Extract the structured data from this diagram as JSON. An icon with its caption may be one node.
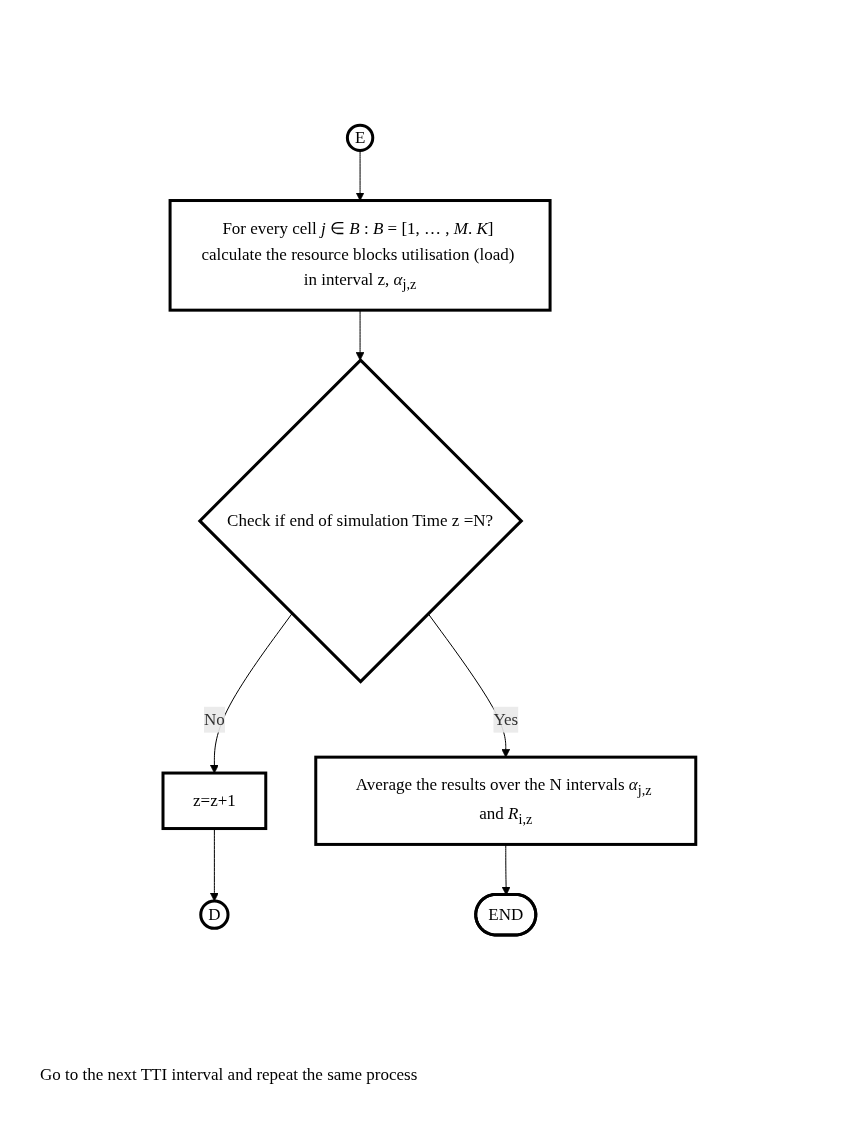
{
  "diagram": {
    "nodes": [
      {
        "text": [
          "E"
        ]
      },
      {
        "text": [
          "For every cell *j* ∈ *B* : *B* = [1, … , *M*. *K*] calculate the resource blocks utilisation (load) in interval z, *α*$_{j,z}$"
        ]
      },
      {
        "text": [
          "D"
        ]
      },
      {
        "text": [
          "Check if end of simulation Time z =N?"
        ]
      },
      {
        "text": [
          "z=z+1"
        ]
      },
      {
        "text": [
          "Average the results over the N intervals *α*$_{j,z}$ and *R*$_{i,z}$"
        ]
      },
      {
        "text": [
          "END"
        ]
      }
    ],
    "edges": [
      {
        "from": 0,
        "to": 1,
        "arrow": "to"
      },
      {
        "from": 1,
        "to": 3,
        "arrow": "to"
      },
      {
        "from": 3,
        "to": 4,
        "arrow": "to",
        "label": "No"
      },
      {
        "from": 4,
        "to": 2,
        "arrow": "to"
      },
      {
        "from": 3,
        "to": 5,
        "arrow": "to",
        "label": "Yes"
      },
      {
        "from": 5,
        "to": 6,
        "arrow": "to"
      }
    ],
    "labels": [
      "Go to the next TTI interval and repeat the same process"
    ]
  }
}
